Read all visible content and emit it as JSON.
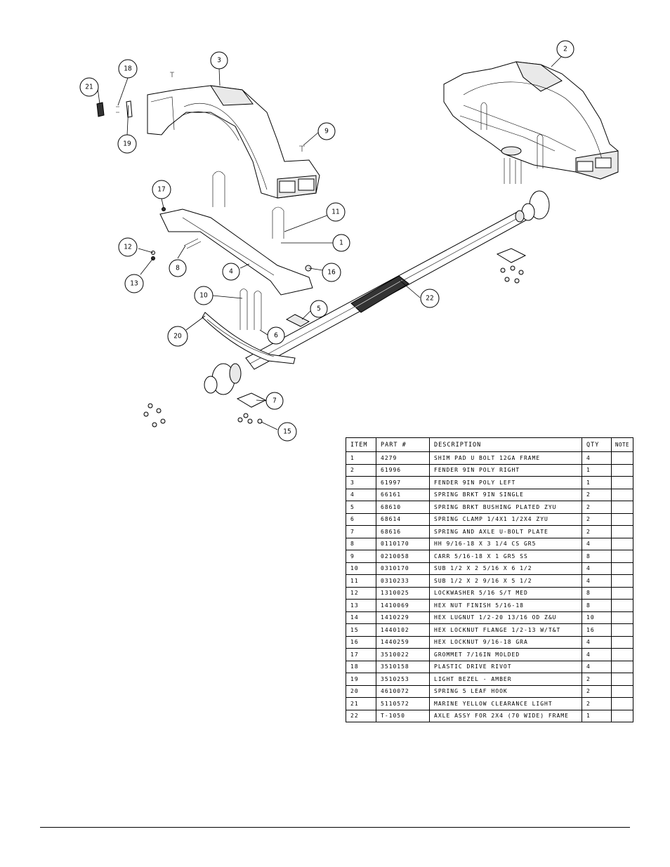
{
  "callouts": [
    "1",
    "2",
    "3",
    "4",
    "5",
    "6",
    "7",
    "8",
    "9",
    "10",
    "11",
    "12",
    "13",
    "15",
    "16",
    "17",
    "18",
    "19",
    "20",
    "21",
    "22"
  ],
  "table": {
    "headers": [
      "ITEM",
      "PART #",
      "DESCRIPTION",
      "QTY",
      "NOTE"
    ],
    "rows": [
      {
        "item": "1",
        "part": "4279",
        "desc": "SHIM PAD   U BOLT 12GA FRAME",
        "qty": "4",
        "note": ""
      },
      {
        "item": "2",
        "part": "61996",
        "desc": "FENDER  9IN POLY RIGHT",
        "qty": "1",
        "note": ""
      },
      {
        "item": "3",
        "part": "61997",
        "desc": "FENDER  9IN POLY LEFT",
        "qty": "1",
        "note": ""
      },
      {
        "item": "4",
        "part": "66161",
        "desc": "SPRING BRKT   9IN SINGLE",
        "qty": "2",
        "note": ""
      },
      {
        "item": "5",
        "part": "68610",
        "desc": "SPRING BRKT BUSHING PLATED ZYU",
        "qty": "2",
        "note": ""
      },
      {
        "item": "6",
        "part": "68614",
        "desc": "SPRING CLAMP   1/4X1 1/2X4  ZYU",
        "qty": "2",
        "note": ""
      },
      {
        "item": "7",
        "part": "68616",
        "desc": "SPRING AND AXLE U-BOLT PLATE",
        "qty": "2",
        "note": ""
      },
      {
        "item": "8",
        "part": "0110170",
        "desc": "HH 9/16-18 X 3 1/4 CS GR5",
        "qty": "4",
        "note": ""
      },
      {
        "item": "9",
        "part": "0210058",
        "desc": "CARR 5/16-18 X 1 GR5 SS",
        "qty": "8",
        "note": ""
      },
      {
        "item": "10",
        "part": "0310170",
        "desc": "SUB 1/2 X 2 5/16 X 6 1/2",
        "qty": "4",
        "note": ""
      },
      {
        "item": "11",
        "part": "0310233",
        "desc": "SUB 1/2 X 2 9/16 X 5 1/2",
        "qty": "4",
        "note": ""
      },
      {
        "item": "12",
        "part": "1310025",
        "desc": "LOCKWASHER 5/16 S/T MED",
        "qty": "8",
        "note": ""
      },
      {
        "item": "13",
        "part": "1410069",
        "desc": "HEX NUT FINISH 5/16-18",
        "qty": "8",
        "note": ""
      },
      {
        "item": "14",
        "part": "1410229",
        "desc": "HEX LUGNUT 1/2-20 13/16 OD Z&U",
        "qty": "10",
        "note": ""
      },
      {
        "item": "15",
        "part": "1440102",
        "desc": "HEX LOCKNUT FLANGE 1/2-13 W/T&T",
        "qty": "16",
        "note": ""
      },
      {
        "item": "16",
        "part": "1440259",
        "desc": "HEX LOCKNUT 9/16-18 GRA",
        "qty": "4",
        "note": ""
      },
      {
        "item": "17",
        "part": "3510022",
        "desc": "GROMMET  7/16IN MOLDED",
        "qty": "4",
        "note": ""
      },
      {
        "item": "18",
        "part": "3510158",
        "desc": "PLASTIC DRIVE RIVOT",
        "qty": "4",
        "note": ""
      },
      {
        "item": "19",
        "part": "3510253",
        "desc": "LIGHT BEZEL - AMBER",
        "qty": "2",
        "note": ""
      },
      {
        "item": "20",
        "part": "4610072",
        "desc": "SPRING  5 LEAF HOOK",
        "qty": "2",
        "note": ""
      },
      {
        "item": "21",
        "part": "5110572",
        "desc": "MARINE YELLOW CLEARANCE LIGHT",
        "qty": "2",
        "note": ""
      },
      {
        "item": "22",
        "part": "T-1050",
        "desc": "AXLE ASSY FOR 2X4 (70 WIDE) FRAME",
        "qty": "1",
        "note": ""
      }
    ]
  }
}
